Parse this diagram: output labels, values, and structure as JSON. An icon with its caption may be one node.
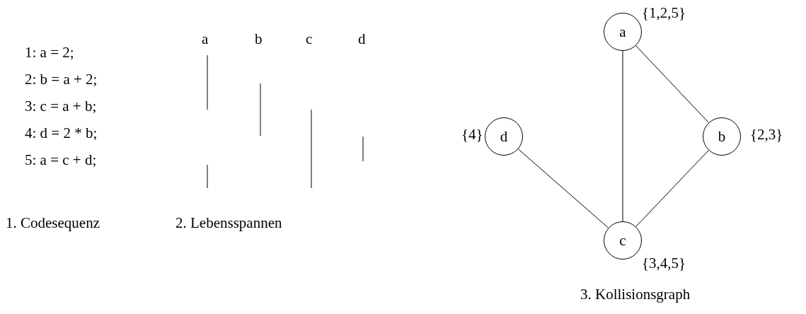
{
  "diagram": {
    "nodes": [
      {
        "text": [
          "a"
        ],
        "beside": [
          "{1,2,5}"
        ]
      },
      {
        "text": [
          "d"
        ],
        "beside": [
          "{4}"
        ]
      },
      {
        "text": [
          "b"
        ],
        "beside": [
          "{2,3}"
        ]
      },
      {
        "text": [
          "c"
        ],
        "beside": [
          "{3,4,5}"
        ]
      }
    ],
    "edges": [
      {
        "from": 0,
        "to": 3,
        "arrow": "none"
      },
      {
        "from": 0,
        "to": 2,
        "arrow": "none"
      },
      {
        "from": 1,
        "to": 3,
        "arrow": "none"
      },
      {
        "from": 2,
        "to": 3,
        "arrow": "none"
      }
    ],
    "labels": [
      "1: a = 2;",
      "2: b = a + 2;",
      "3: c = a + b;",
      "4: d = 2 * b;",
      "5: a = c + d;",
      "a",
      "b",
      "c",
      "d",
      "1. Codesequenz",
      "2. Lebensspannen",
      "3. Kollisionsgraph"
    ]
  }
}
